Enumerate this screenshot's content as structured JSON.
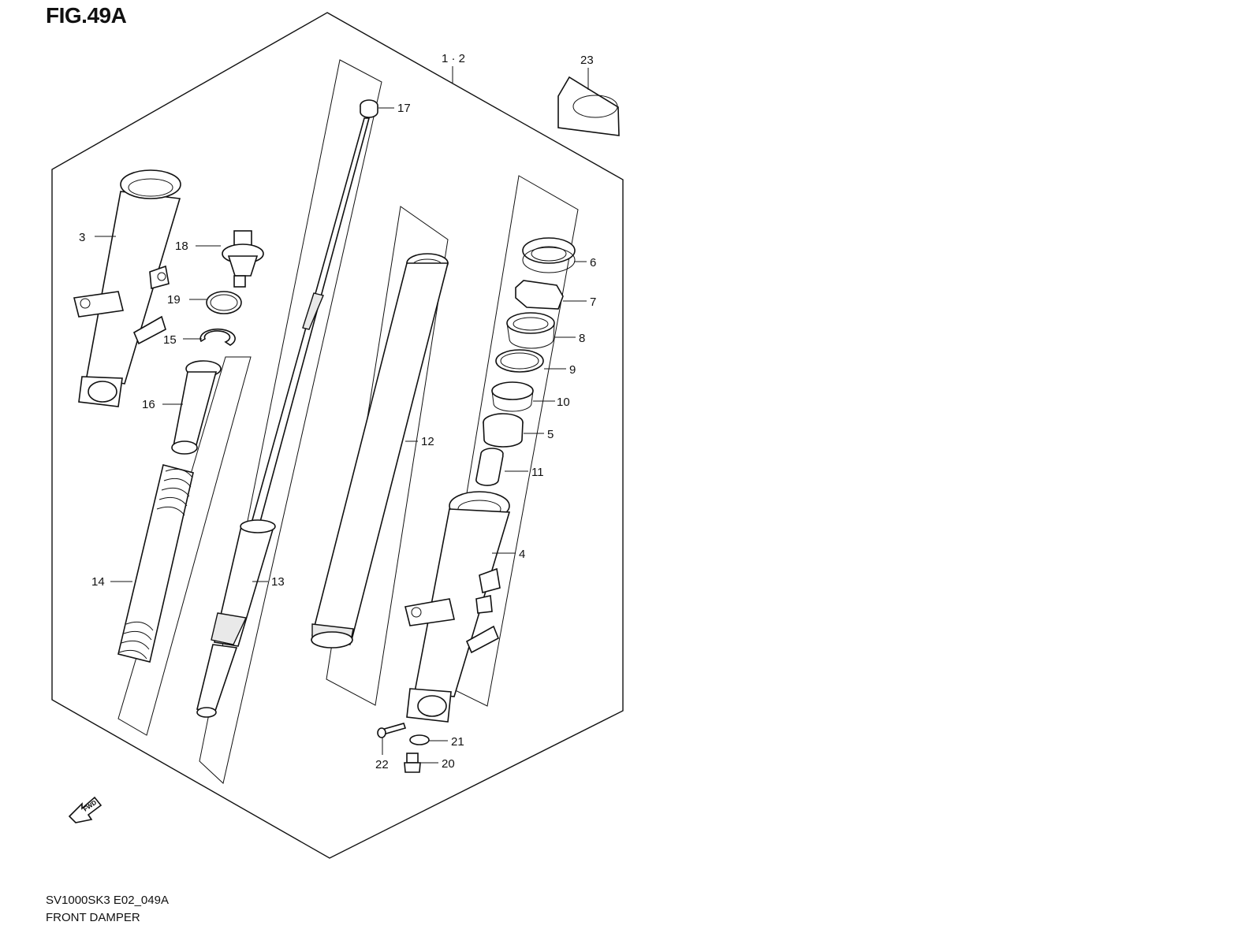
{
  "figure": {
    "title": "FIG.49A"
  },
  "footer": {
    "model_code": "SV1000SK3 E02_049A",
    "caption": "FRONT DAMPER"
  },
  "fwd_badge": {
    "label": "FWD"
  },
  "callouts": {
    "c1_2": "1 · 2",
    "c3": "3",
    "c4": "4",
    "c5": "5",
    "c6": "6",
    "c7": "7",
    "c8": "8",
    "c9": "9",
    "c10": "10",
    "c11": "11",
    "c12": "12",
    "c13": "13",
    "c14": "14",
    "c15": "15",
    "c16": "16",
    "c17": "17",
    "c18": "18",
    "c19": "19",
    "c20": "20",
    "c21": "21",
    "c22": "22",
    "c23": "23"
  }
}
